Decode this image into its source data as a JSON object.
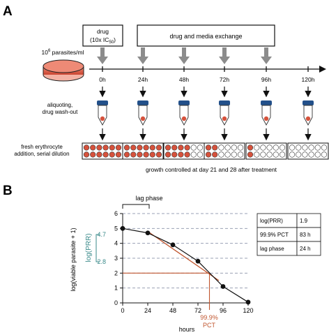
{
  "panel_a": {
    "label": "A",
    "drug_box": {
      "line1": "drug",
      "line2": "(10x IC",
      "line2_sub": "50",
      "line2_end": ")"
    },
    "exchange_box": "drug  and media exchange",
    "parasites": {
      "base": "10",
      "exp": "6",
      "rest": " parasites/ml"
    },
    "timepoints": [
      "0h",
      "24h",
      "48h",
      "72h",
      "96h",
      "120h"
    ],
    "aliquoting": {
      "line1": "aliquoting,",
      "line2": "drug wash-out"
    },
    "dilution": {
      "line1": "fresh erythrocyte",
      "line2": "addition, serial dilution"
    },
    "growth_note": "growth controlled at day 21 and 28 after treatment",
    "plates_red_counts": [
      6,
      6,
      4,
      2,
      1,
      0
    ],
    "colors": {
      "red": "#d6523c",
      "blue": "#22508a",
      "gray": "#8c8c8c"
    }
  },
  "panel_b": {
    "label": "B",
    "lag_phase_label": "lag phase",
    "xlabel": "hours",
    "ylabel": "log(viable parasite + 1)",
    "log_prr_label": "log(PRR)",
    "y_annot_top": "4.7",
    "y_annot_bottom": "2.8",
    "pct_line1": "99.9%",
    "pct_line2": "PCT",
    "table": [
      {
        "key": "log(PRR)",
        "value": "1.9"
      },
      {
        "key": "99.9% PCT",
        "value": "83 h"
      },
      {
        "key": "lag phase",
        "value": "24 h"
      }
    ],
    "colors": {
      "teal": "#3a8a8a",
      "orange": "#c0552e",
      "dash": "#9aa0b4"
    }
  },
  "chart_data": {
    "type": "line",
    "x_ticks": [
      0,
      24,
      48,
      72,
      96,
      120
    ],
    "y_ticks": [
      0,
      1,
      2,
      3,
      4,
      5,
      6
    ],
    "xlim": [
      0,
      120
    ],
    "ylim": [
      0,
      6
    ],
    "xlabel": "hours",
    "ylabel": "log(viable parasite + 1)",
    "grid": "dashed horizontal",
    "series": [
      {
        "x": [
          0,
          24,
          48,
          72,
          96,
          120
        ],
        "y": [
          5.0,
          4.7,
          3.9,
          2.8,
          1.1,
          0.05
        ]
      }
    ],
    "fit_line": {
      "x": [
        24,
        92
      ],
      "y": [
        4.8,
        1.5
      ]
    },
    "pct_x": 83,
    "pct_y": 2
  }
}
